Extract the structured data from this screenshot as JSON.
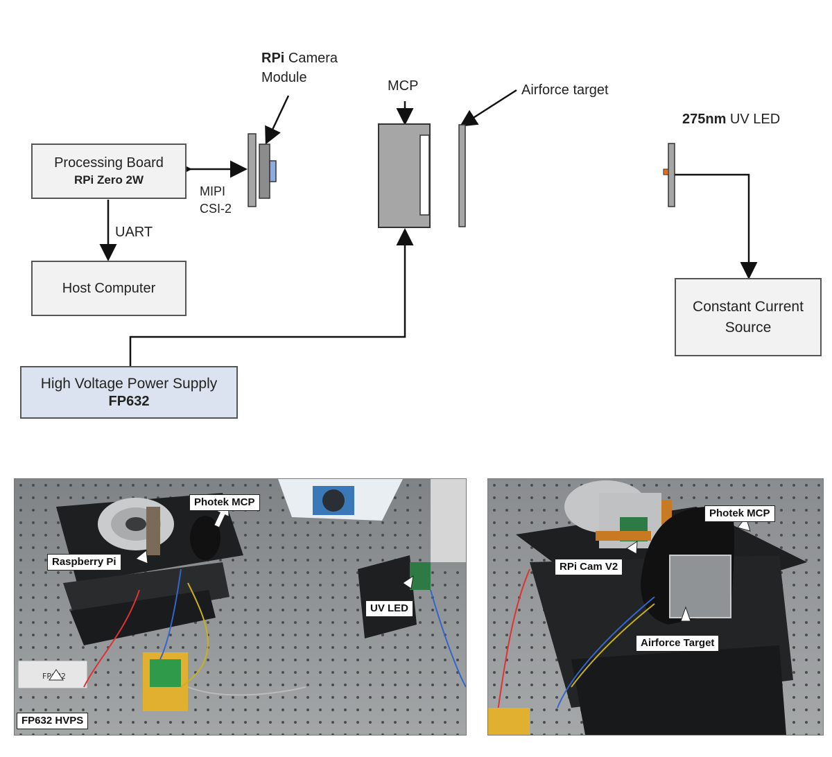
{
  "diagram": {
    "processing_board": {
      "line1": "Processing Board",
      "line2": "RPi Zero 2W"
    },
    "host_computer": {
      "label": "Host Computer"
    },
    "hvps": {
      "line1": "High Voltage Power Supply",
      "line2": "FP632"
    },
    "ccs": {
      "line1": "Constant Current",
      "line2": "Source"
    },
    "camera_label": {
      "bold": "RPi",
      "rest": " Camera",
      "line2": "Module"
    },
    "mipi_label": {
      "line1": "MIPI",
      "line2": "CSI-2"
    },
    "uart_label": "UART",
    "mcp_label": "MCP",
    "airforce_label": "Airforce target",
    "led_label": {
      "bold": "275nm",
      "rest": " UV LED"
    }
  },
  "photo_left": {
    "callouts": {
      "photek": "Photek MCP",
      "rpi": "Raspberry Pi",
      "uvled": "UV LED",
      "hvps": "FP632 HVPS",
      "device_text": "FP632"
    }
  },
  "photo_right": {
    "callouts": {
      "photek": "Photek MCP",
      "cam": "RPi Cam V2",
      "airforce": "Airforce Target"
    }
  },
  "colors": {
    "box_fill": "#f2f2f2",
    "hvps_fill": "#dce3f0",
    "component_gray": "#a6a6a6",
    "camera_lens": "#8faadc",
    "led_orange": "#e07020"
  }
}
